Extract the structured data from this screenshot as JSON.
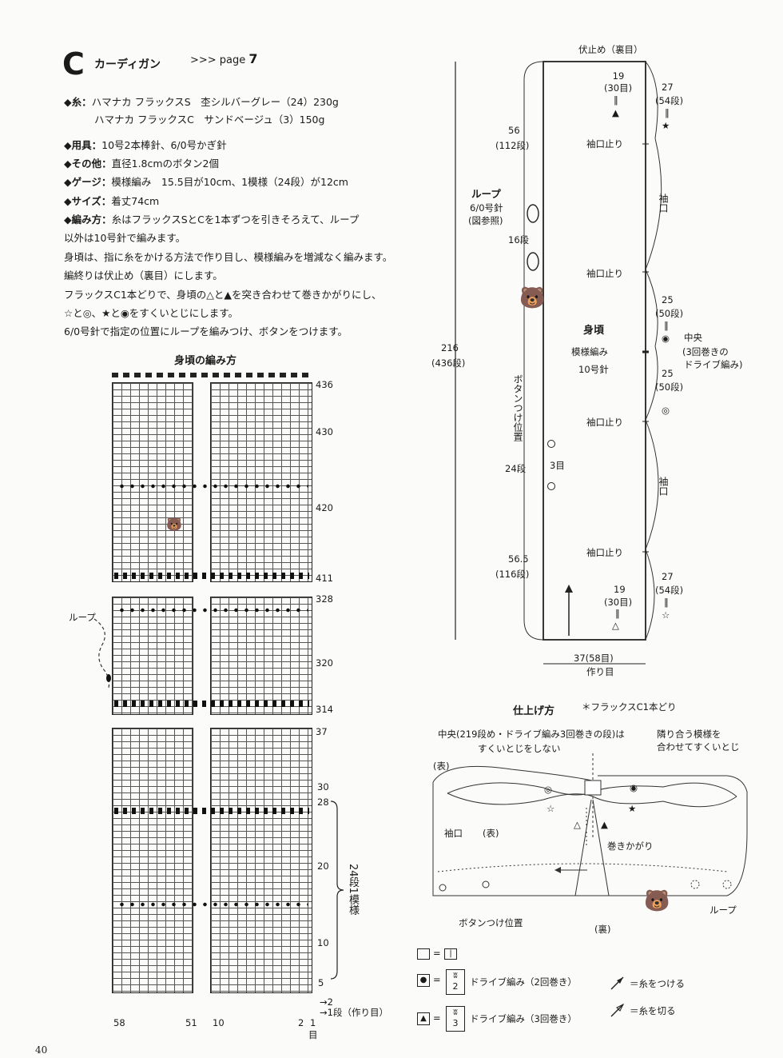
{
  "header": {
    "letter": "C",
    "title": "カーディガン",
    "page_ref": ">>> page",
    "page_num": "7"
  },
  "materials": {
    "yarn_label": "◆糸：",
    "yarn_1": "ハマナカ フラックスS　杢シルバーグレー（24）230g",
    "yarn_2": "ハマナカ フラックスC　サンドベージュ（3）150g",
    "tools_label": "◆用具：",
    "tools": "10号2本棒針、6/0号かぎ針",
    "other_label": "◆その他：",
    "other": "直径1.8cmのボタン2個",
    "gauge_label": "◆ゲージ：",
    "gauge": "模様編み　15.5目が10cm、1模様（24段）が12cm",
    "size_label": "◆サイズ：",
    "size": "着丈74cm",
    "method_label": "◆編み方：",
    "method_1": "糸はフラックスSとCを1本ずつを引きそろえて、ループ",
    "method_2": "以外は10号針で編みます。",
    "method_3": "身頃は、指に糸をかける方法で作り目し、模様編みを増減なく編みます。",
    "method_4": "編終りは伏止め（裏目）にします。",
    "method_5": "フラックスC1本どりで、身頃の△と▲を突き合わせて巻きかがりにし、",
    "method_6": "☆と◎、★と◉をすくいとじにします。",
    "method_7": "6/0号針で指定の位置にループを編みつけ、ボタンをつけます。"
  },
  "chart": {
    "title": "身頃の編み方",
    "rows_top": [
      "436",
      "430",
      "420",
      "411"
    ],
    "rows_mid": [
      "328",
      "320",
      "314"
    ],
    "rows_bot": [
      "37",
      "30",
      "28",
      "20",
      "10",
      "5",
      "2",
      "1段（作り目）"
    ],
    "pattern_label": "24段1模様",
    "loop_label": "ループ",
    "cols": [
      "58",
      "51",
      "10",
      "2",
      "1"
    ],
    "col_suffix": "目",
    "arrow_2": "→2",
    "arrow_1": "→1段（作り目）"
  },
  "schematic": {
    "bindoff": "伏止め（裏目）",
    "top_19": "19",
    "top_30": "(30目)",
    "top_27": "27",
    "top_54": "(54段)",
    "left_56": "56",
    "left_112": "(112段)",
    "sleeve_stop": "袖口止り",
    "sleeve": "袖口",
    "loop": "ループ",
    "loop_needle": "6/0号針",
    "loop_ref": "(図参照)",
    "loop_16": "16段",
    "total_216": "216",
    "total_436": "(436段)",
    "body": "身頃",
    "body_pattern": "模様編み",
    "body_needle": "10号針",
    "r25": "25",
    "r50": "(50段)",
    "center": "中央",
    "center_note_1": "(3回巻きの",
    "center_note_2": "ドライブ編み)",
    "button_pos": "ボタンつけ位置",
    "b24": "24段",
    "b3": "3目",
    "left_565": "56.5",
    "left_116": "(116段)",
    "bot_19": "19",
    "bot_30": "(30目)",
    "bot_27": "27",
    "bot_54": "(54段)",
    "width_37": "37(58目)",
    "cast_on": "作り目"
  },
  "finishing": {
    "title": "仕上げ方",
    "note": "＊フラックスC1本どり",
    "center_note_1": "中央(219段め・ドライブ編み3回巻きの段)は",
    "center_note_2": "すくいとじをしない",
    "adjacent_1": "隣り合う模様を",
    "adjacent_2": "合わせてすくいとじ",
    "front": "(表)",
    "sleeve": "袖口",
    "front2": "(表)",
    "whip": "巻きかがり",
    "button_pos": "ボタンつけ位置",
    "back": "(裏)",
    "loop": "ループ"
  },
  "legend": {
    "eq": "=",
    "drive2": "ドライブ編み（2回巻き）",
    "drive3": "ドライブ編み（3回巻き）",
    "n2": "2",
    "n3": "3",
    "attach": "＝糸をつける",
    "cut": "＝糸を切る"
  },
  "page_number": "40"
}
